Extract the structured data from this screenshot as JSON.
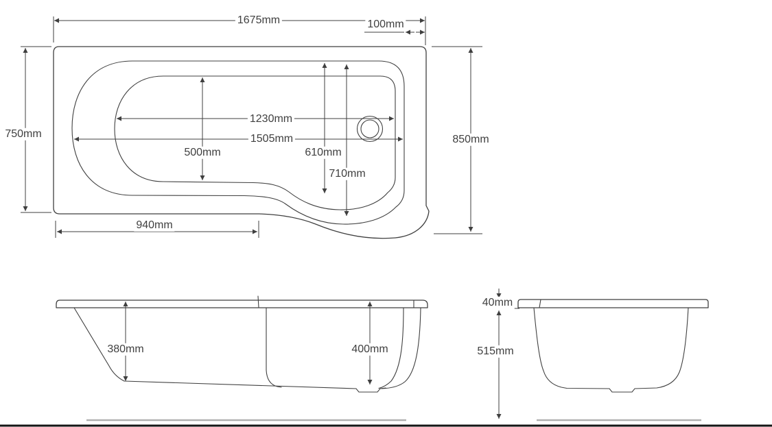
{
  "drawing_type": "bath-technical-drawing",
  "colors": {
    "background": "#ffffff",
    "line": "#3f3f3f",
    "ground_line": "#b0b0b0",
    "bottom_border": "#141414"
  },
  "plan_view": {
    "dimensions": {
      "overall_length": "1675mm",
      "shower_end_rim_width": "100mm",
      "bath_end_width": "750mm",
      "shower_end_width": "850mm",
      "inner_straight_length": "1230mm",
      "inner_overall_length": "1505mm",
      "inner_bath_width": "500mm",
      "shower_inner_width": "610mm",
      "shower_outer_width": "710mm",
      "straight_side_length": "940mm"
    }
  },
  "side_view": {
    "dimensions": {
      "bath_end_depth": "380mm",
      "shower_end_depth": "400mm"
    }
  },
  "end_view": {
    "dimensions": {
      "rim_height": "40mm",
      "overall_height": "515mm"
    }
  }
}
